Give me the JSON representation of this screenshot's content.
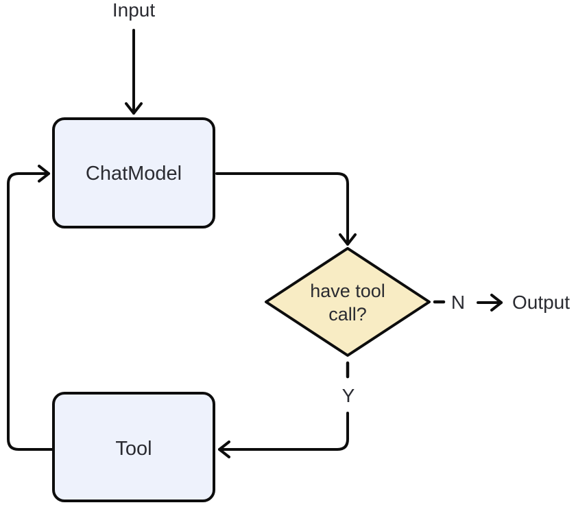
{
  "diagram": {
    "type": "flowchart",
    "description": "Agent loop: input goes to a chat model; if the response has a tool call, run the tool and loop back, otherwise emit output",
    "nodes": {
      "input": {
        "label": "Input",
        "shape": "text"
      },
      "chat_model": {
        "label": "ChatModel",
        "shape": "rounded-rectangle"
      },
      "decision": {
        "label": "have tool\ncall?",
        "shape": "diamond"
      },
      "tool": {
        "label": "Tool",
        "shape": "rounded-rectangle"
      },
      "output": {
        "label": "Output",
        "shape": "text"
      }
    },
    "edges": [
      {
        "from": "input",
        "to": "chat_model",
        "style": "solid",
        "label": ""
      },
      {
        "from": "chat_model",
        "to": "decision",
        "style": "solid",
        "label": ""
      },
      {
        "from": "decision",
        "to": "output",
        "style": "dashed-then-arrow",
        "label": "N"
      },
      {
        "from": "decision",
        "to": "tool",
        "style": "dashed-then-arrow",
        "label": "Y"
      },
      {
        "from": "tool",
        "to": "chat_model",
        "style": "solid",
        "label": ""
      }
    ],
    "edge_labels": {
      "no": "N",
      "yes": "Y"
    }
  },
  "colors": {
    "canvas-bg": "#ffffff",
    "node-fill": "#eef2fc",
    "decision-fill": "#f8ecc4",
    "line": "#0d0d0d",
    "text": "#2a2b31"
  }
}
